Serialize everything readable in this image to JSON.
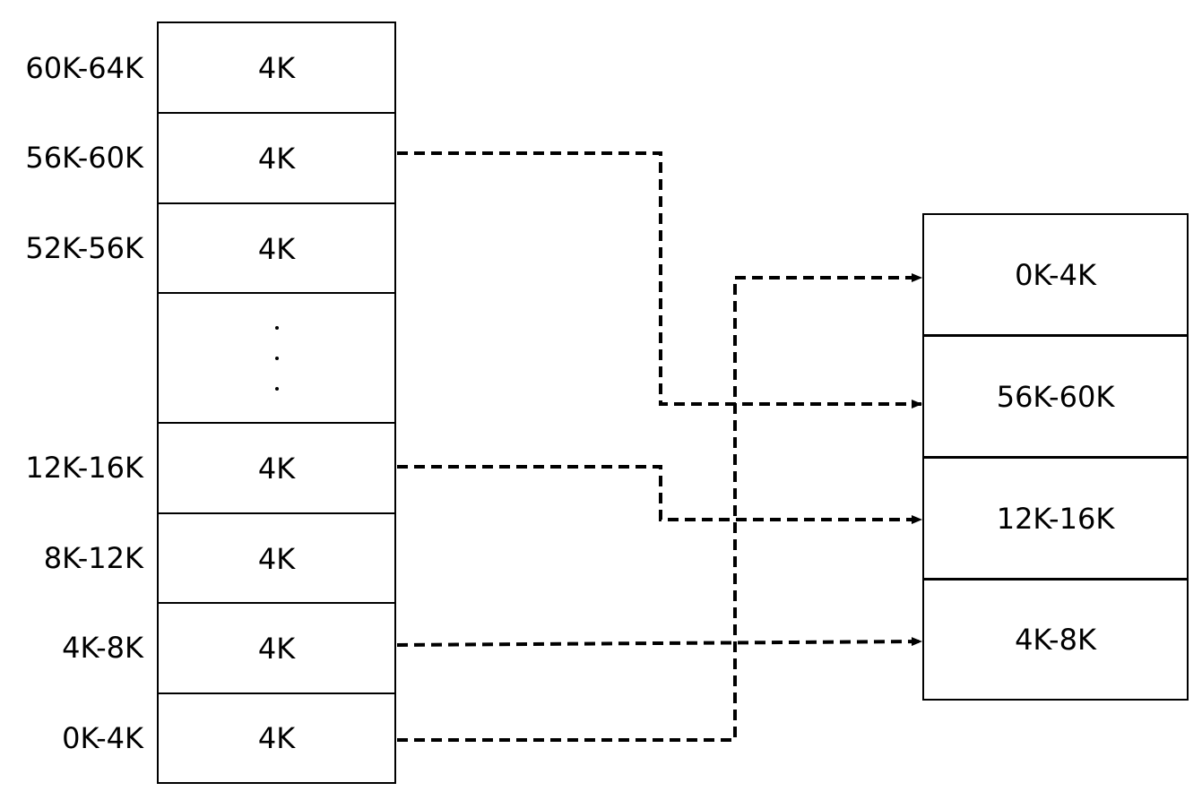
{
  "virtual_memory": {
    "rows": [
      {
        "range": "60K-64K",
        "size": "4K"
      },
      {
        "range": "56K-60K",
        "size": "4K"
      },
      {
        "range": "52K-56K",
        "size": "4K"
      },
      {
        "range": "",
        "size": "",
        "ellipsis": true
      },
      {
        "range": "12K-16K",
        "size": "4K"
      },
      {
        "range": "8K-12K",
        "size": "4K"
      },
      {
        "range": "4K-8K",
        "size": "4K"
      },
      {
        "range": "0K-4K",
        "size": "4K"
      }
    ]
  },
  "physical_memory": {
    "frames": [
      "0K-4K",
      "56K-60K",
      "12K-16K",
      "4K-8K"
    ]
  },
  "mappings": [
    {
      "from": "56K-60K",
      "to": "56K-60K"
    },
    {
      "from": "12K-16K",
      "to": "12K-16K"
    },
    {
      "from": "4K-8K",
      "to": "4K-8K"
    },
    {
      "from": "0K-4K",
      "to": "0K-4K"
    }
  ]
}
